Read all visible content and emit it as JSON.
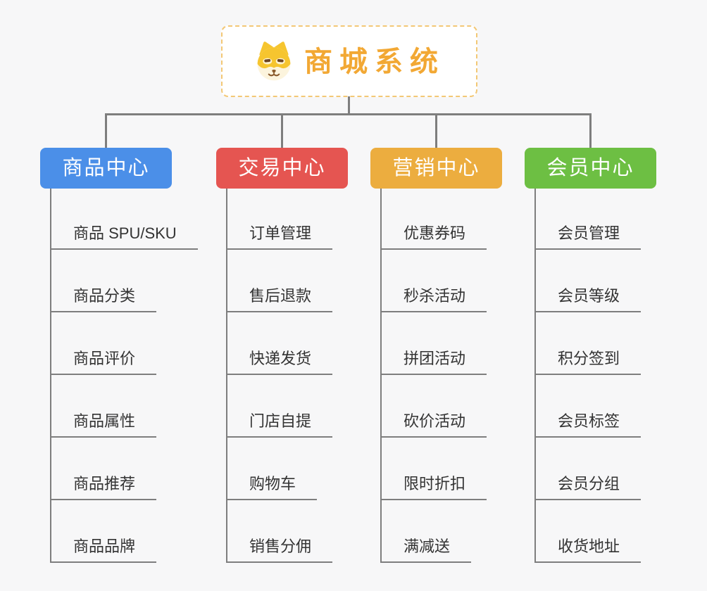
{
  "canvas": {
    "background_color": "#f7f7f8",
    "connector_color": "#7e7e7e"
  },
  "root": {
    "title": "商城系统",
    "icon": "dog-face-icon",
    "title_color": "#f2a834",
    "border_color": "#f3c876"
  },
  "branches": [
    {
      "label": "商品中心",
      "color": "#4b8fe8",
      "children": [
        "商品 SPU/SKU",
        "商品分类",
        "商品评价",
        "商品属性",
        "商品推荐",
        "商品品牌"
      ]
    },
    {
      "label": "交易中心",
      "color": "#e55551",
      "children": [
        "订单管理",
        "售后退款",
        "快递发货",
        "门店自提",
        "购物车",
        "销售分佣"
      ]
    },
    {
      "label": "营销中心",
      "color": "#ecad3f",
      "children": [
        "优惠券码",
        "秒杀活动",
        "拼团活动",
        "砍价活动",
        "限时折扣",
        "满减送"
      ]
    },
    {
      "label": "会员中心",
      "color": "#6dbf43",
      "children": [
        "会员管理",
        "会员等级",
        "积分签到",
        "会员标签",
        "会员分组",
        "收货地址"
      ]
    }
  ]
}
